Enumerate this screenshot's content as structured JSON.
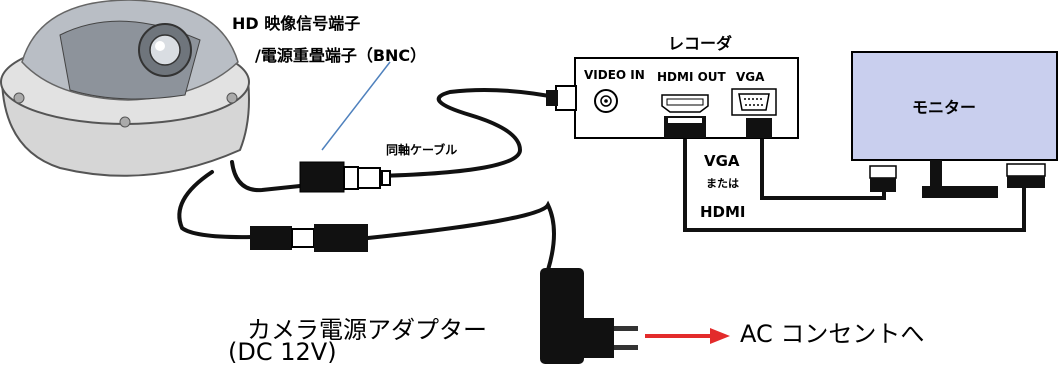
{
  "labels": {
    "terminal_line1": "HD 映像信号端子",
    "terminal_line2": "/電源重畳端子（BNC）",
    "recorder": "レコーダ",
    "coax_cable": "同軸ケーブル",
    "video_in": "VIDEO IN",
    "hdmi_out": "HDMI OUT",
    "vga_port": "VGA",
    "monitor": "モニター",
    "vga": "VGA",
    "or": "または",
    "hdmi": "HDMI",
    "adapter_line1": "カメラ電源アダプター",
    "adapter_line2": "(DC 12V)",
    "ac_outlet": "AC コンセントへ"
  },
  "colors": {
    "monitor_fill": "#c9cfee",
    "callout_line": "#4f81bd",
    "arrow": "#e32b2b",
    "cable": "#111111"
  },
  "icons": [
    "dome-camera-icon",
    "bnc-connector-icon",
    "dc-plug-icon",
    "power-adapter-icon",
    "vga-port-icon",
    "hdmi-port-icon"
  ]
}
